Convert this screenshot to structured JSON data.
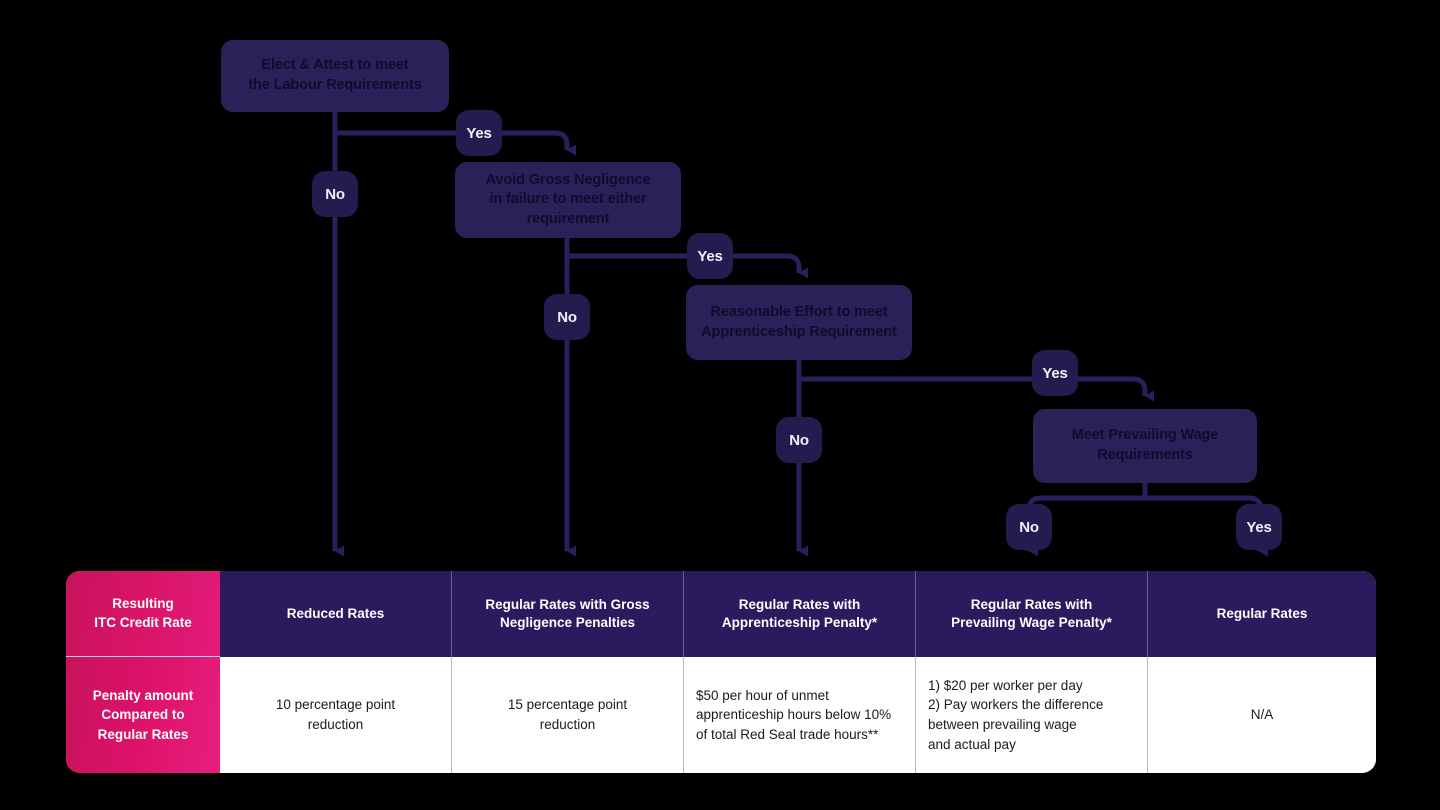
{
  "palette": {
    "canvas_bg": "#000000",
    "box_fill": "#2B2159",
    "box_text": "#120A2E",
    "badge_fill": "#261B4F",
    "badge_text": "#F2F0FA",
    "wire": "#2A1F5C",
    "table_header_bg": "#2A1A5E",
    "table_body_bg": "#FFFFFF",
    "accent_pink_dark": "#C8145C",
    "accent_pink_light": "#E81E7E"
  },
  "flow": {
    "nodes": [
      {
        "id": "elect",
        "label": "Elect & Attest to meet\nthe Labour Requirements"
      },
      {
        "id": "negligence",
        "label": "Avoid Gross Negligence\nin failure to meet either\nrequirement"
      },
      {
        "id": "apprentice",
        "label": "Reasonable Effort to meet\nApprenticeship Requirement"
      },
      {
        "id": "wage",
        "label": "Meet Prevailing Wage\nRequirements"
      }
    ],
    "badges": [
      {
        "id": "elect-no",
        "label": "No"
      },
      {
        "id": "elect-yes",
        "label": "Yes"
      },
      {
        "id": "negligence-no",
        "label": "No"
      },
      {
        "id": "negligence-yes",
        "label": "Yes"
      },
      {
        "id": "apprentice-no",
        "label": "No"
      },
      {
        "id": "apprentice-yes",
        "label": "Yes"
      },
      {
        "id": "wage-no",
        "label": "No"
      },
      {
        "id": "wage-yes",
        "label": "Yes"
      }
    ]
  },
  "table": {
    "columns": [
      {
        "header": "Resulting\nITC Credit Rate",
        "body": "Penalty amount\nCompared to\nRegular Rates"
      },
      {
        "header": "Reduced Rates",
        "body": "10 percentage point\nreduction"
      },
      {
        "header": "Regular Rates with Gross\nNegligence Penalties",
        "body": "15 percentage point\nreduction"
      },
      {
        "header": "Regular Rates  with\nApprenticeship Penalty*",
        "body": "$50 per hour of unmet apprenticeship hours below 10% of total Red Seal trade hours**"
      },
      {
        "header": "Regular Rates with\nPrevailing Wage Penalty*",
        "body": "1) $20 per worker per day\n2) Pay workers the difference\n     between prevailing wage\n     and actual pay"
      },
      {
        "header": "Regular Rates",
        "body": "N/A"
      }
    ]
  }
}
